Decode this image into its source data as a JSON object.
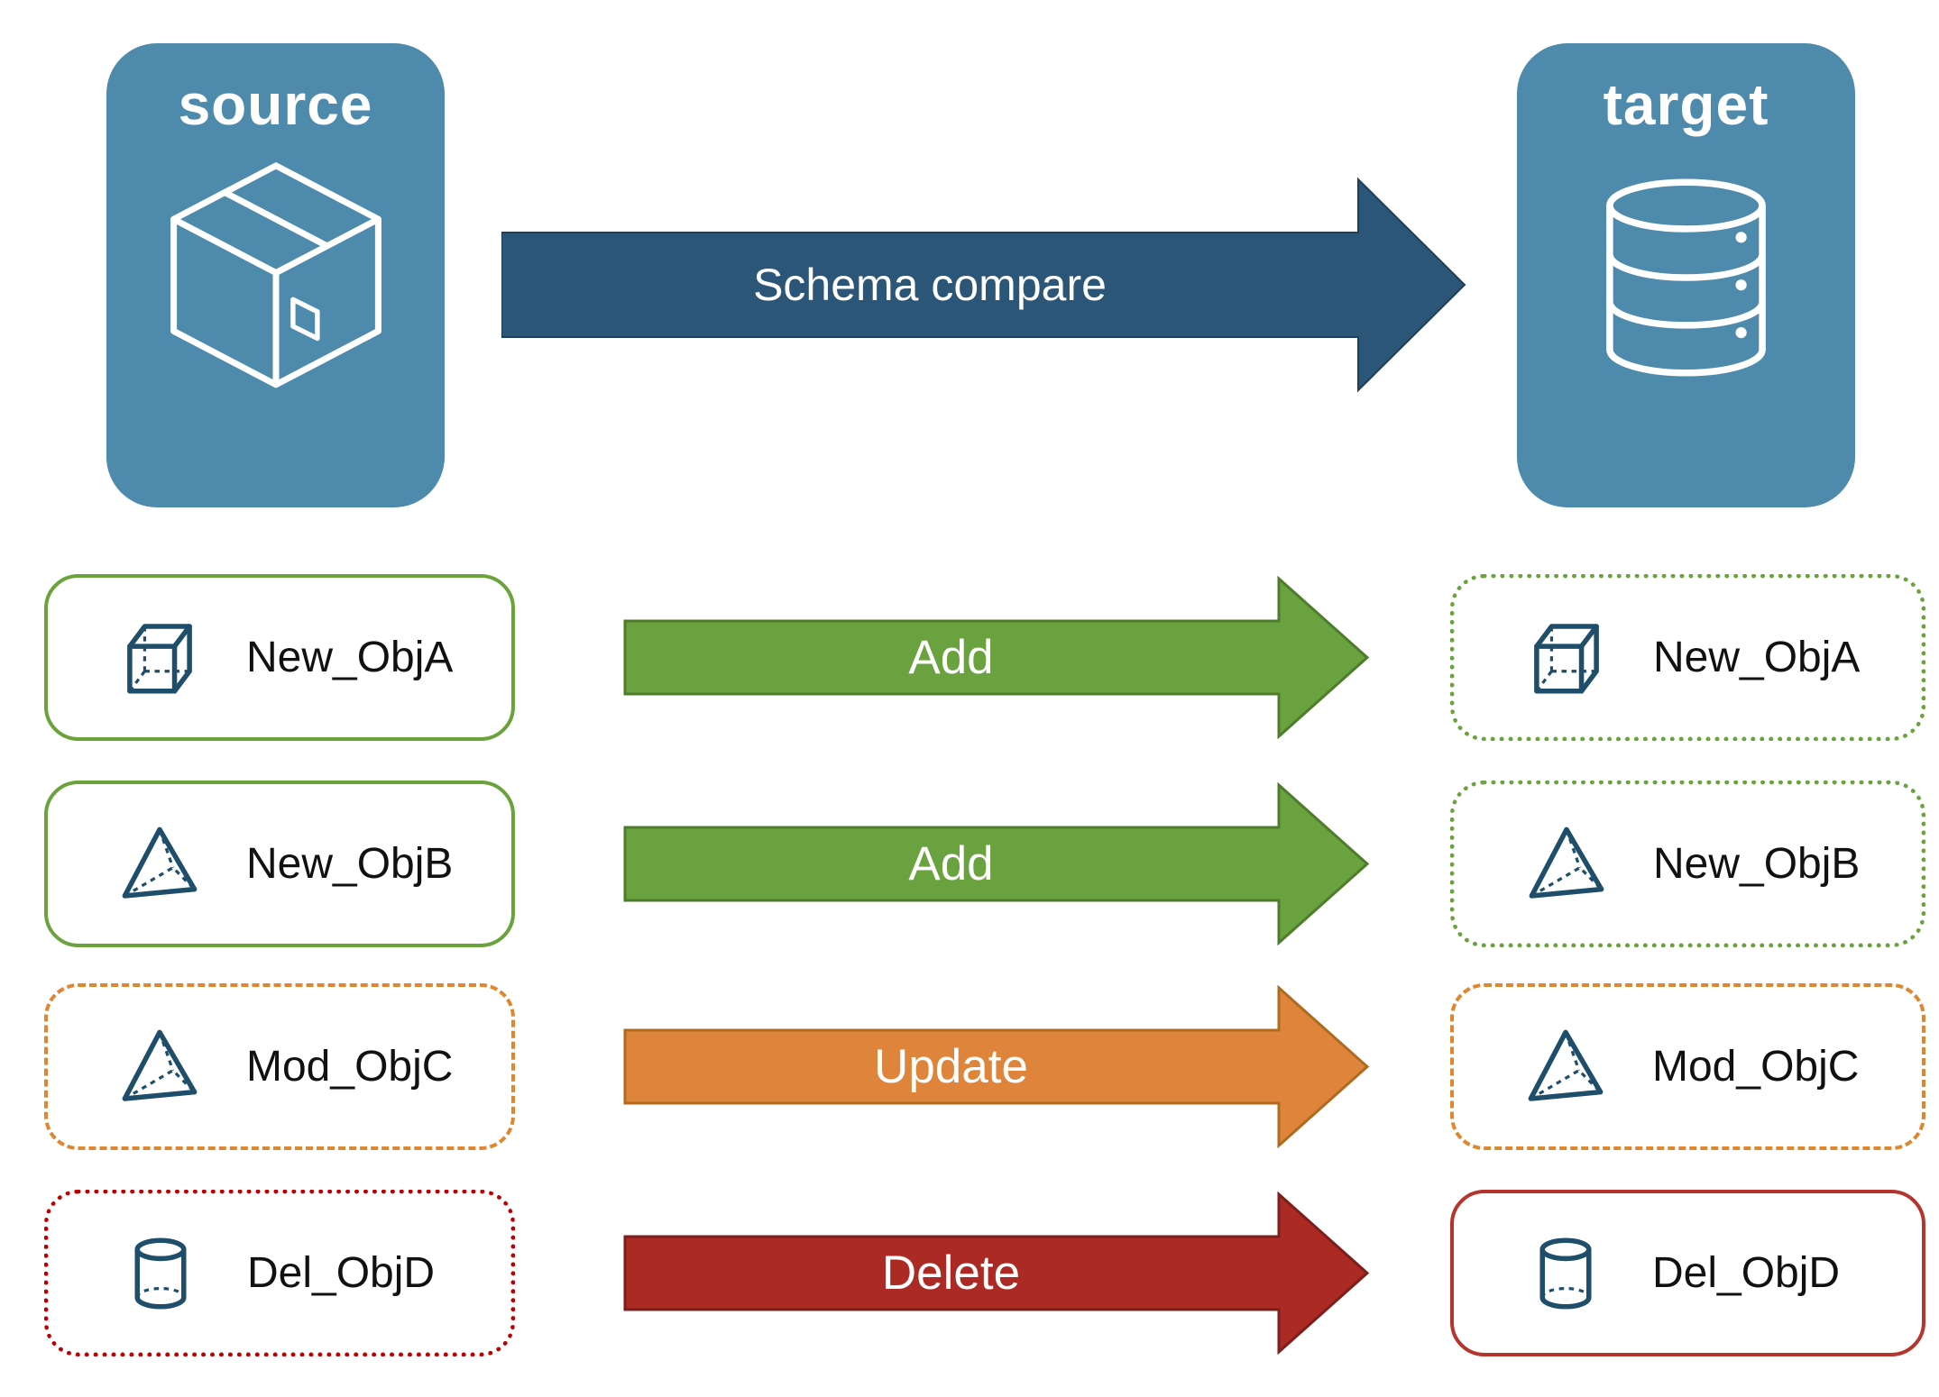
{
  "header": {
    "source_label": "source",
    "target_label": "target",
    "arrow_label": "Schema compare"
  },
  "rows": [
    {
      "label": "New_ObjA",
      "action": "Add",
      "object_type": "cube",
      "status": "new"
    },
    {
      "label": "New_ObjB",
      "action": "Add",
      "object_type": "pyramid",
      "status": "new"
    },
    {
      "label": "Mod_ObjC",
      "action": "Update",
      "object_type": "pyramid",
      "status": "modified"
    },
    {
      "label": "Del_ObjD",
      "action": "Delete",
      "object_type": "cylinder",
      "status": "deleted"
    }
  ],
  "icons": {
    "source_panel": "package-icon",
    "target_panel": "database-icon"
  },
  "colors": {
    "panel_blue": "#4e8aab",
    "navy_arrow": "#2b5677",
    "add_green": "#69a23e",
    "update_orange": "#de853b",
    "delete_red": "#ac2a24",
    "icon_blue": "#1f4e6b",
    "border_green": "#6aa33c",
    "border_orange": "#e0862f",
    "border_red_dotted": "#c00000",
    "border_red_solid": "#b5342c"
  }
}
